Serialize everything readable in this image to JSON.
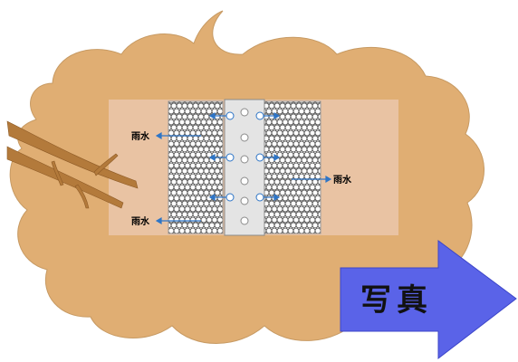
{
  "diagram": {
    "labels": {
      "rain_upper_left": "雨水",
      "rain_lower_left": "雨水",
      "rain_right": "雨水"
    },
    "photo_button": {
      "label": "写真"
    }
  },
  "colors": {
    "cloud": "#e0ae73",
    "cloud_edge": "#caa070",
    "soil": "#e9c3a3",
    "gravel_bg": "#ffffff",
    "gravel": "#6b6b6b",
    "pipe": "#e4e4e4",
    "pipe_edge": "#8a8a8a",
    "arrow_blue": "#2e75c6",
    "root": "#b37a3b",
    "button_fill": "#5a63e8",
    "button_edge": "#3c45c8"
  },
  "icons": {
    "root": "tree-root-icon",
    "arrow": "right-arrow-icon"
  }
}
